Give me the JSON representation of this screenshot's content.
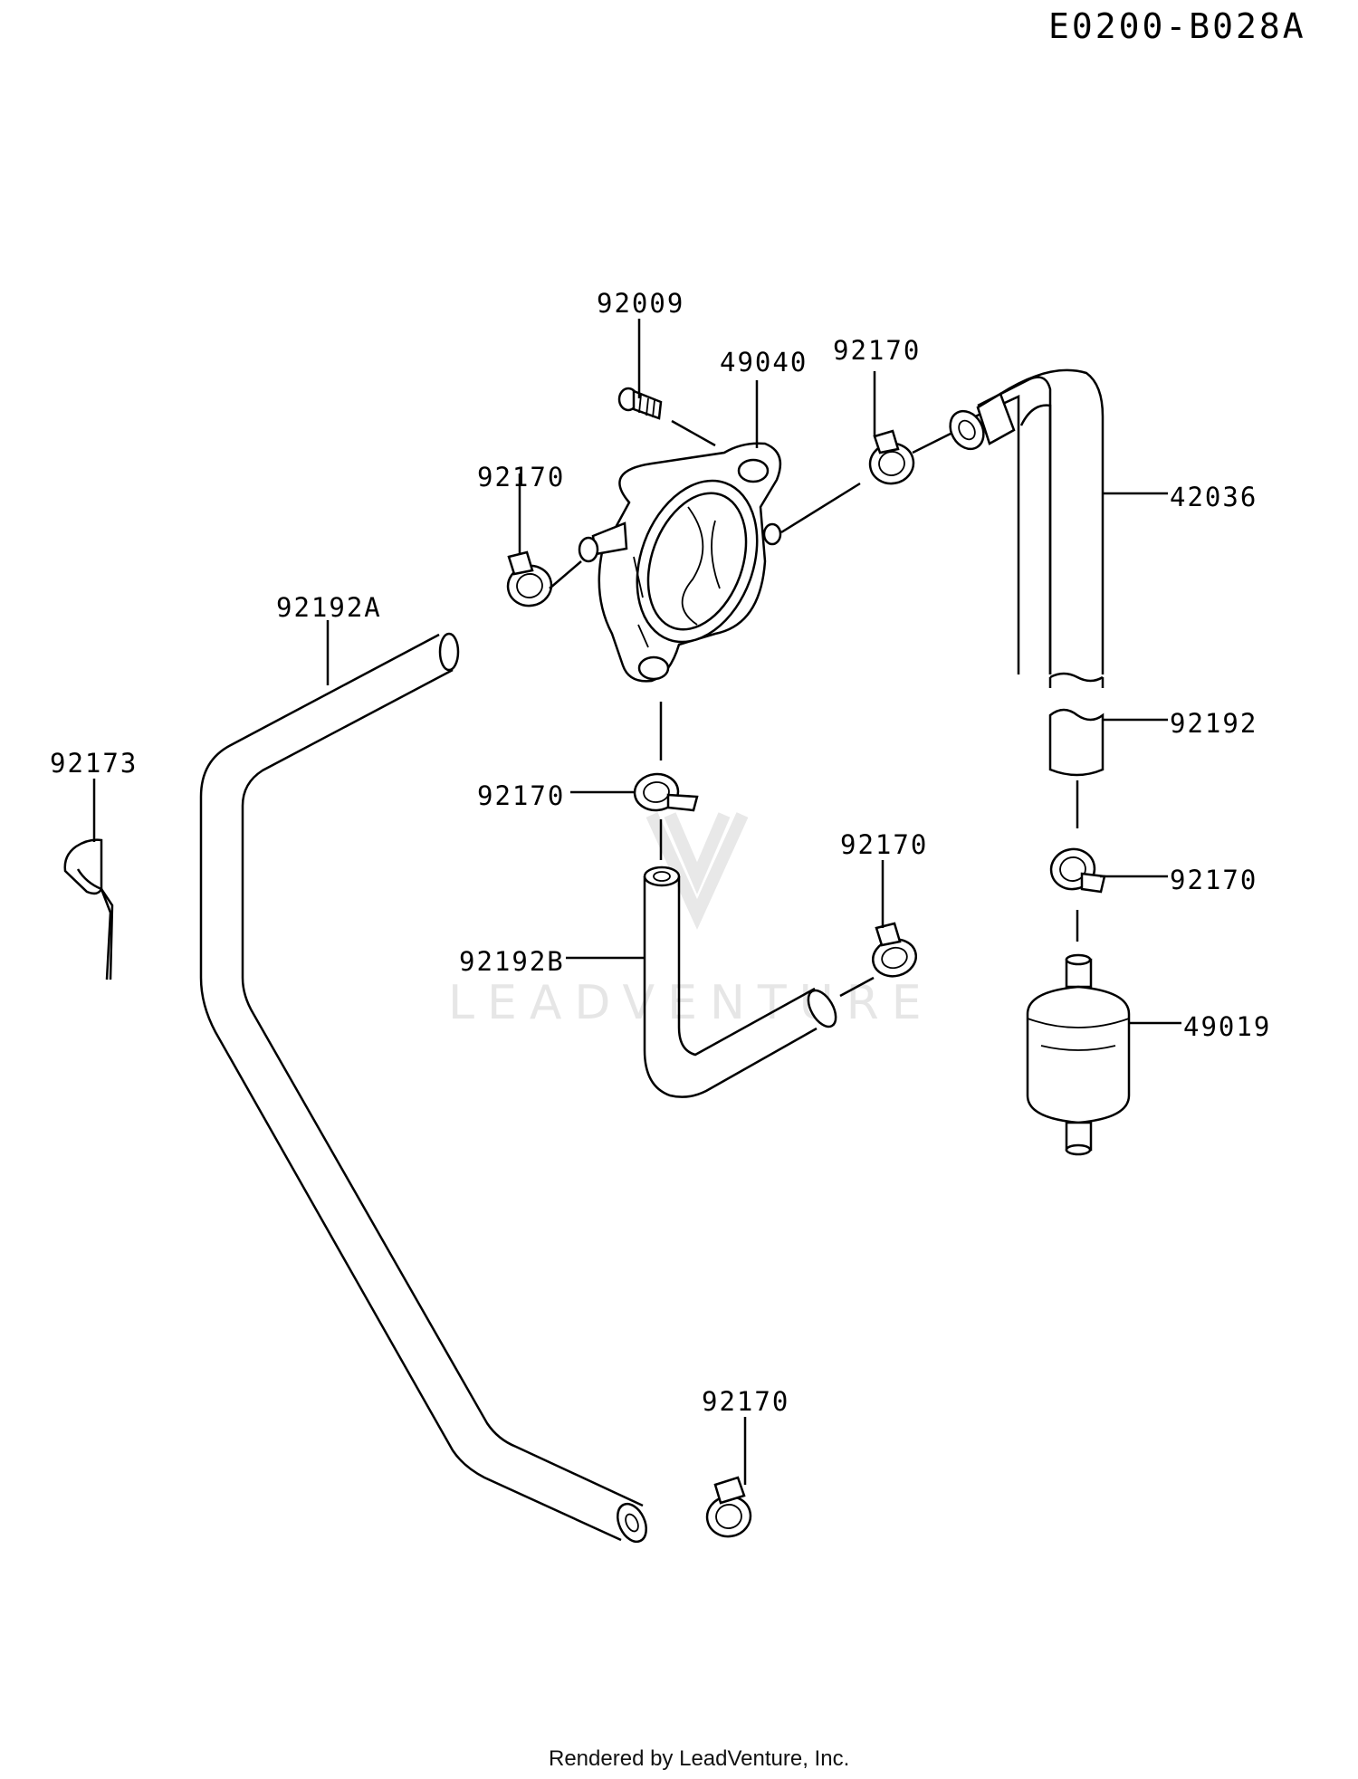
{
  "diagram": {
    "code": "E0200-B028A",
    "watermark": "LEADVENTURE",
    "footer": "Rendered by LeadVenture, Inc.",
    "labels": {
      "p92009": "92009",
      "p49040": "49040",
      "p92170_top": "92170",
      "p92170_left": "92170",
      "p42036": "42036",
      "p92192A": "92192A",
      "p92173": "92173",
      "p92170_mid": "92170",
      "p92192": "92192",
      "p92170_midright": "92170",
      "p92170_right": "92170",
      "p92192B": "92192B",
      "p49019": "49019",
      "p92170_bottom": "92170"
    }
  }
}
